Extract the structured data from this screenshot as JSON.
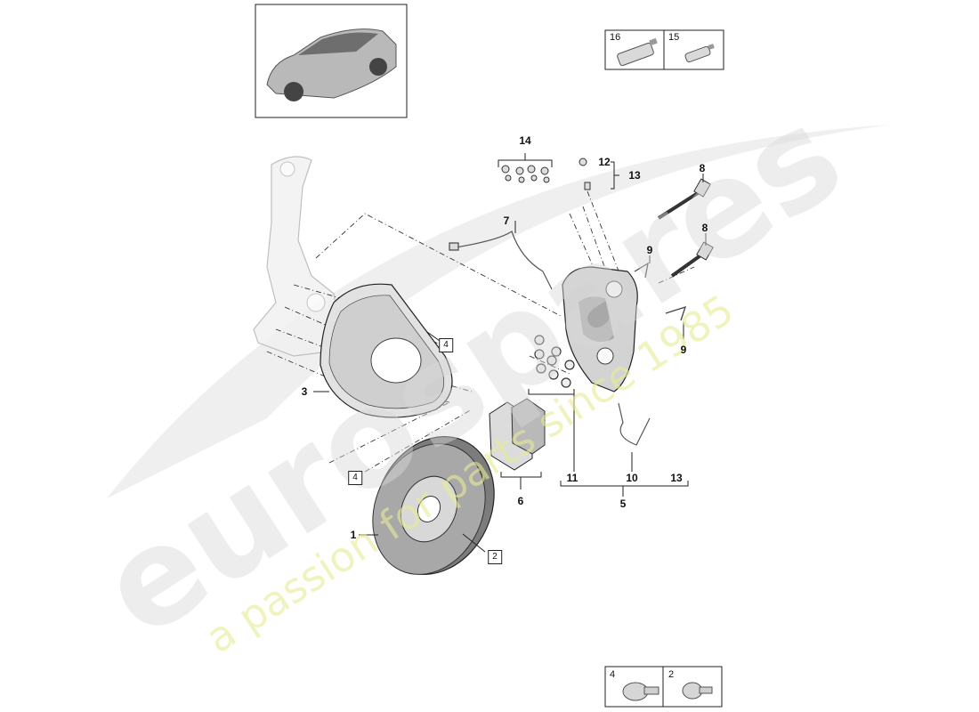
{
  "colors": {
    "line": "#222222",
    "part_fill": "#e4e4e4",
    "part_dark": "#8c8c8c",
    "watermark_grey": "#d6d6d6",
    "watermark_yellow": "#eef0a6"
  },
  "watermark": {
    "brand": "eurospares",
    "tagline": "a passion for parts since 1985"
  },
  "callouts": {
    "c1": "1",
    "c2": "2",
    "c3": "3",
    "c4a": "4",
    "c4b": "4",
    "c5": "5",
    "c6": "6",
    "c7": "7",
    "c8a": "8",
    "c8b": "8",
    "c9a": "9",
    "c9b": "9",
    "c10": "10",
    "c11": "11",
    "c12": "12",
    "c13a": "13",
    "c13b": "13",
    "c14": "14"
  },
  "legend_top": {
    "a": "16",
    "b": "15"
  },
  "legend_bottom": {
    "a": "4",
    "b": "2"
  },
  "icons": [
    "car-thumbnail-icon",
    "grease-tube-icon",
    "paste-tube-icon",
    "hex-bolt-icon",
    "torx-bolt-icon"
  ]
}
